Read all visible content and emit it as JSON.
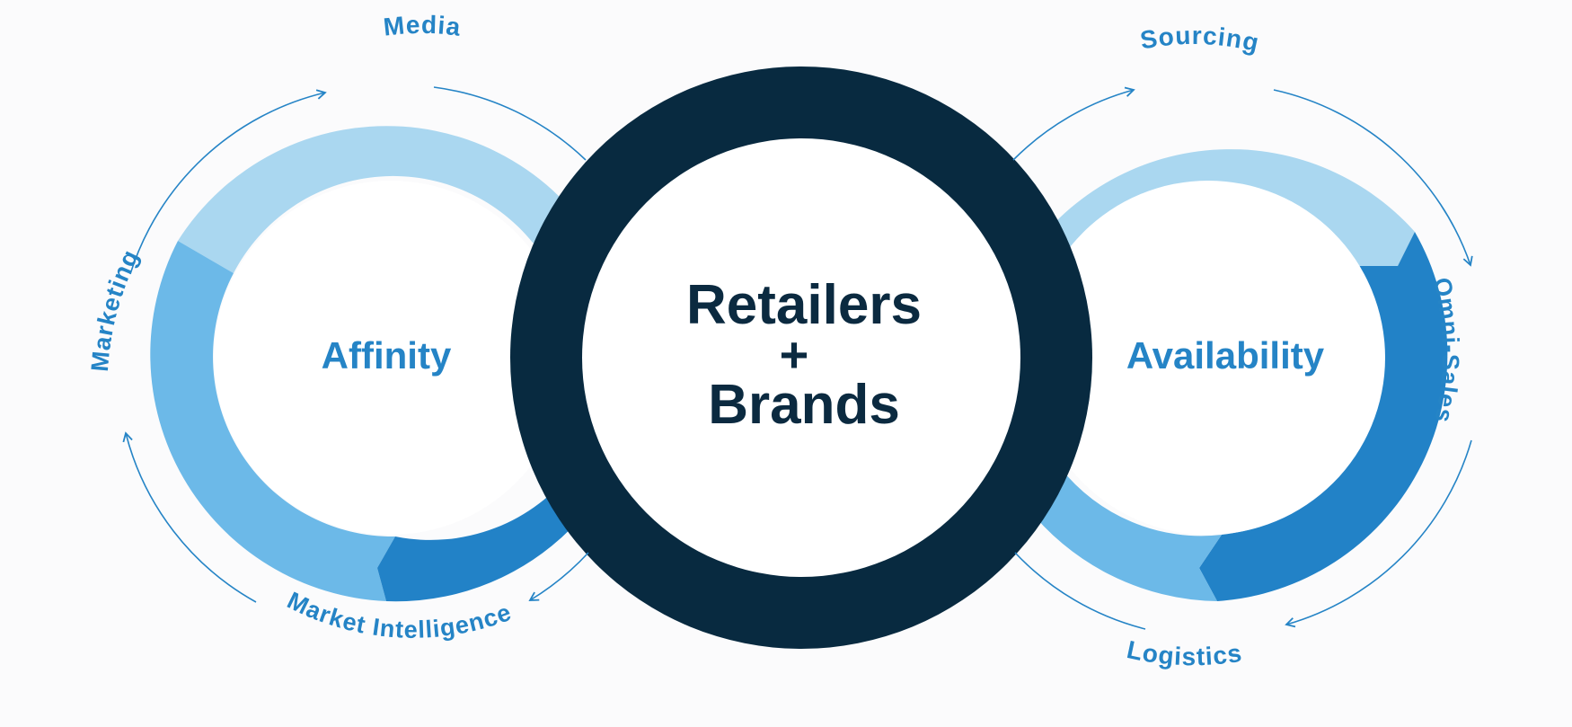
{
  "diagram": {
    "center": {
      "line1": "Retailers",
      "line2": "+",
      "line3": "Brands"
    },
    "left": {
      "title": "Affinity",
      "cycle": [
        "Media",
        "Market Intelligence",
        "Marketing"
      ]
    },
    "right": {
      "title": "Availability",
      "cycle": [
        "Sourcing",
        "Omni-Sales",
        "Logistics"
      ]
    },
    "colors": {
      "dark_ring": "#082a40",
      "light_blue": "#aad7f0",
      "mid_blue": "#6cb9e8",
      "deep_blue": "#2282c7",
      "label_blue": "#2584c6"
    }
  }
}
